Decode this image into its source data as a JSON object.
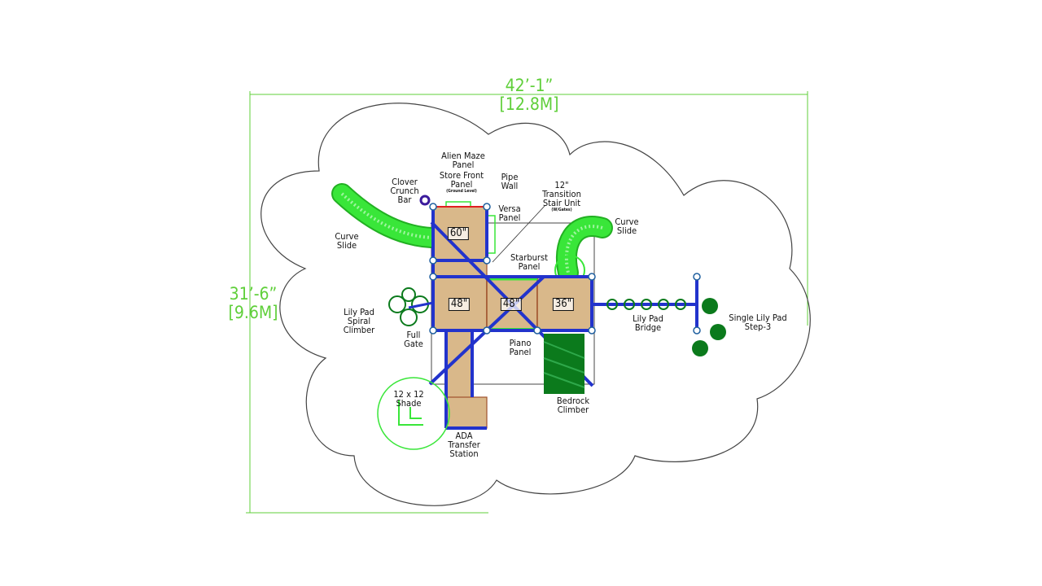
{
  "dimensions": {
    "width": {
      "imperial": "42’-1”",
      "metric": "[12.8M]"
    },
    "depth": {
      "imperial": "31’-6”",
      "metric": "[9.6M]"
    }
  },
  "deck_heights": [
    "60\"",
    "48\"",
    "48\"",
    "36\""
  ],
  "labels": {
    "alien_maze": [
      "Alien Maze",
      "Panel"
    ],
    "store_front": [
      "Store Front",
      "Panel"
    ],
    "store_front_note": "(Ground Level)",
    "pipe_wall": [
      "Pipe",
      "Wall"
    ],
    "transition": [
      "12\"",
      "Transition",
      "Stair Unit"
    ],
    "transition_note": "(W/Gates)",
    "clover_crunch": [
      "Clover",
      "Crunch",
      "Bar"
    ],
    "versa": [
      "Versa",
      "Panel"
    ],
    "curve_slide_left": [
      "Curve",
      "Slide"
    ],
    "curve_slide_right": [
      "Curve",
      "Slide"
    ],
    "starburst": [
      "Starburst",
      "Panel"
    ],
    "lily_pad_spiral": [
      "Lily Pad",
      "Spiral",
      "Climber"
    ],
    "full_gate": [
      "Full",
      "Gate"
    ],
    "piano": [
      "Piano",
      "Panel"
    ],
    "lily_pad_bridge": [
      "Lily Pad",
      "Bridge"
    ],
    "single_lily_pad": [
      "Single Lily Pad",
      "Step-3"
    ],
    "shade": [
      "12 x 12",
      "Shade"
    ],
    "bedrock": [
      "Bedrock",
      "Climber"
    ],
    "ada": [
      "ADA",
      "Transfer",
      "Station"
    ]
  },
  "colors": {
    "dimension": "#5fcf3a",
    "slide": "#39e639",
    "deck": "#d9b88a",
    "frame": "#2233cc",
    "climber": "#0b7a1c",
    "outline": "#444444"
  }
}
